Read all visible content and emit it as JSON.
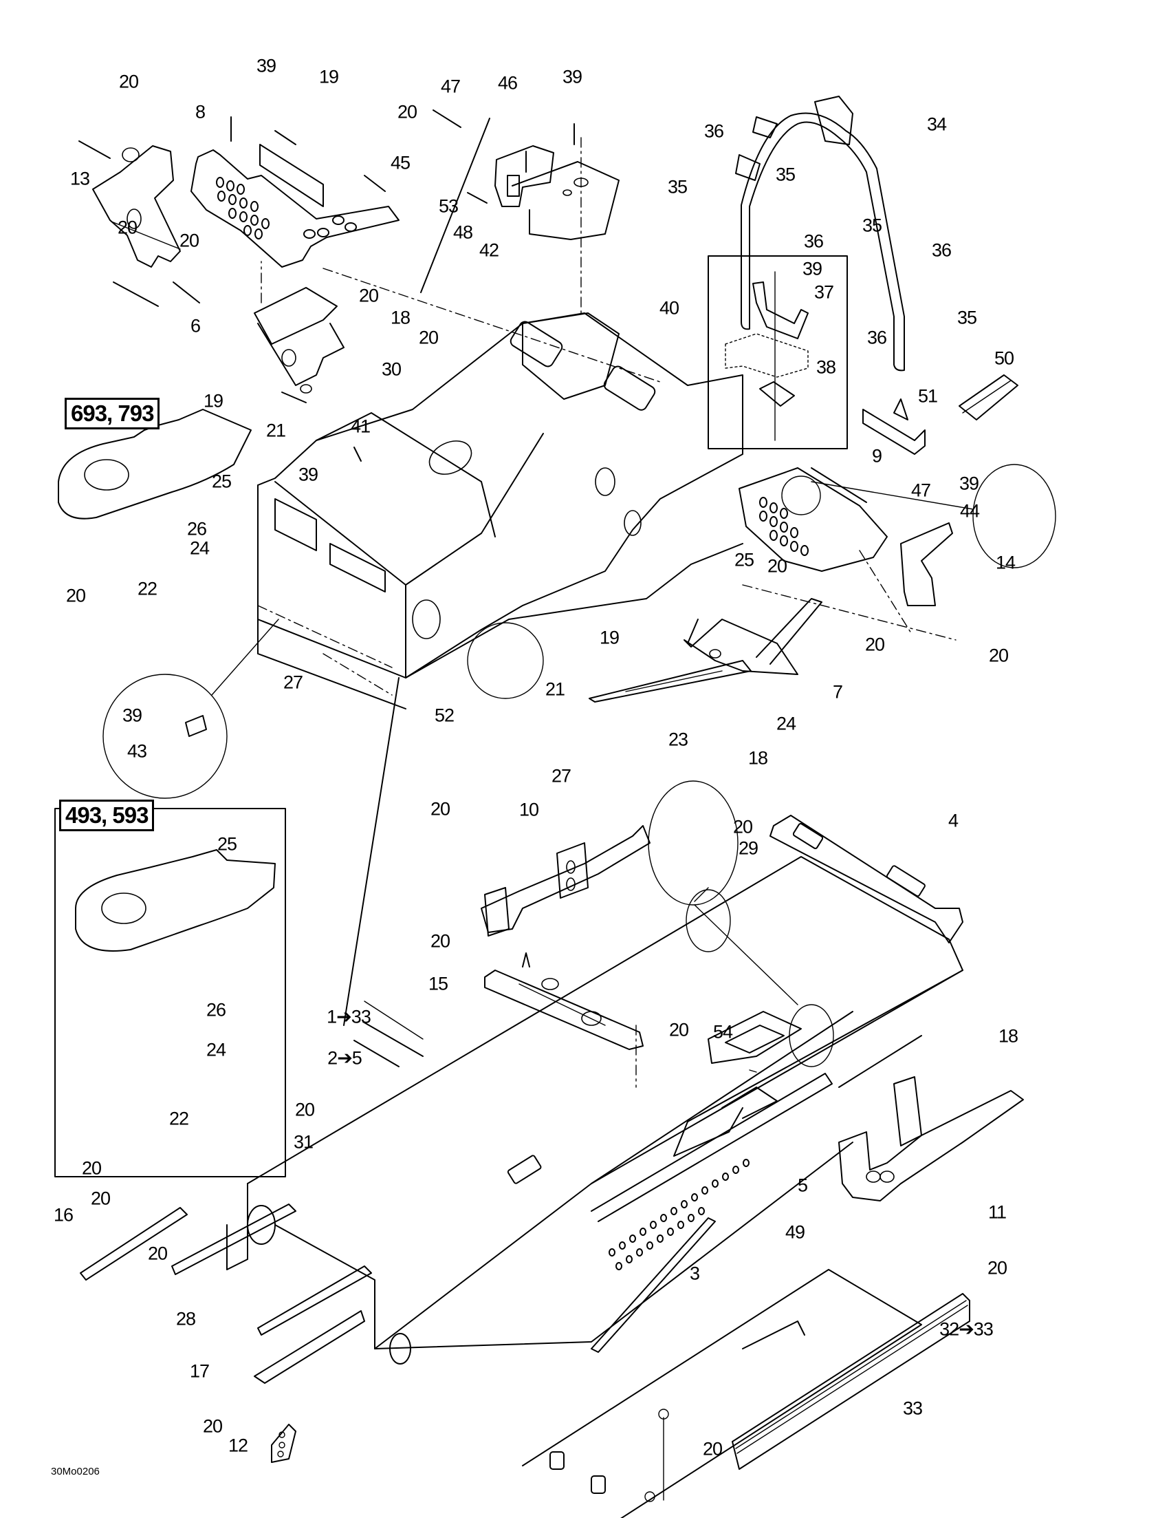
{
  "diagram": {
    "title_code": "30Mo0206",
    "model_groups": [
      {
        "id": "group-a",
        "label": "693, 793"
      },
      {
        "id": "group-b",
        "label": "493, 593"
      }
    ],
    "callouts": {
      "c_20_a": "20",
      "c_39_a": "39",
      "c_19_a": "19",
      "c_8": "8",
      "c_20_b": "20",
      "c_13": "13",
      "c_20_c": "20",
      "c_20_d": "20",
      "c_47_a": "47",
      "c_46": "46",
      "c_45": "45",
      "c_53": "53",
      "c_48": "48",
      "c_42": "42",
      "c_39_b": "39",
      "c_20_e": "20",
      "c_6": "6",
      "c_18_a": "18",
      "c_19_b": "19",
      "c_21_a": "21",
      "c_20_f": "20",
      "c_30": "30",
      "c_40": "40",
      "c_41": "41",
      "c_39_c": "39",
      "c_34": "34",
      "c_36_a": "36",
      "c_35_a": "35",
      "c_35_b": "35",
      "c_36_b": "36",
      "c_35_c": "35",
      "c_36_c": "36",
      "c_36_d": "36",
      "c_35_d": "35",
      "c_39_d": "39",
      "c_37": "37",
      "c_38": "38",
      "c_50": "50",
      "c_51": "51",
      "c_9": "9",
      "c_47_b": "47",
      "c_39_e": "39",
      "c_44": "44",
      "c_14": "14",
      "c_25_a": "25",
      "c_26_a": "26",
      "c_24_a": "24",
      "c_20_g": "20",
      "c_22_a": "22",
      "c_20_h": "20",
      "c_25_b": "25",
      "c_19_c": "19",
      "c_7": "7",
      "c_20_i": "20",
      "c_20_j": "20",
      "c_27_a": "27",
      "c_52": "52",
      "c_21_b": "21",
      "c_23": "23",
      "c_24_b": "24",
      "c_39_f": "39",
      "c_43": "43",
      "c_27_b": "27",
      "c_18_b": "18",
      "c_20_k": "20",
      "c_10": "10",
      "c_20_l": "20",
      "c_29": "29",
      "c_4": "4",
      "c_25_c": "25",
      "c_26_b": "26",
      "c_24_c": "24",
      "c_22_b": "22",
      "c_20_m": "20",
      "c_20_n": "20",
      "c_15": "15",
      "c_1_33": "1➔33",
      "c_2_5": "2➔5",
      "c_20_o": "20",
      "c_54": "54",
      "c_18_c": "18",
      "c_20_p": "20",
      "c_31": "31",
      "c_20_q": "20",
      "c_16": "16",
      "c_5": "5",
      "c_11": "11",
      "c_20_r": "20",
      "c_20_s": "20",
      "c_49": "49",
      "c_3": "3",
      "c_32_33": "32➔33",
      "c_28": "28",
      "c_17": "17",
      "c_33": "33",
      "c_20_t": "20",
      "c_12": "12",
      "c_20_u": "20"
    }
  }
}
